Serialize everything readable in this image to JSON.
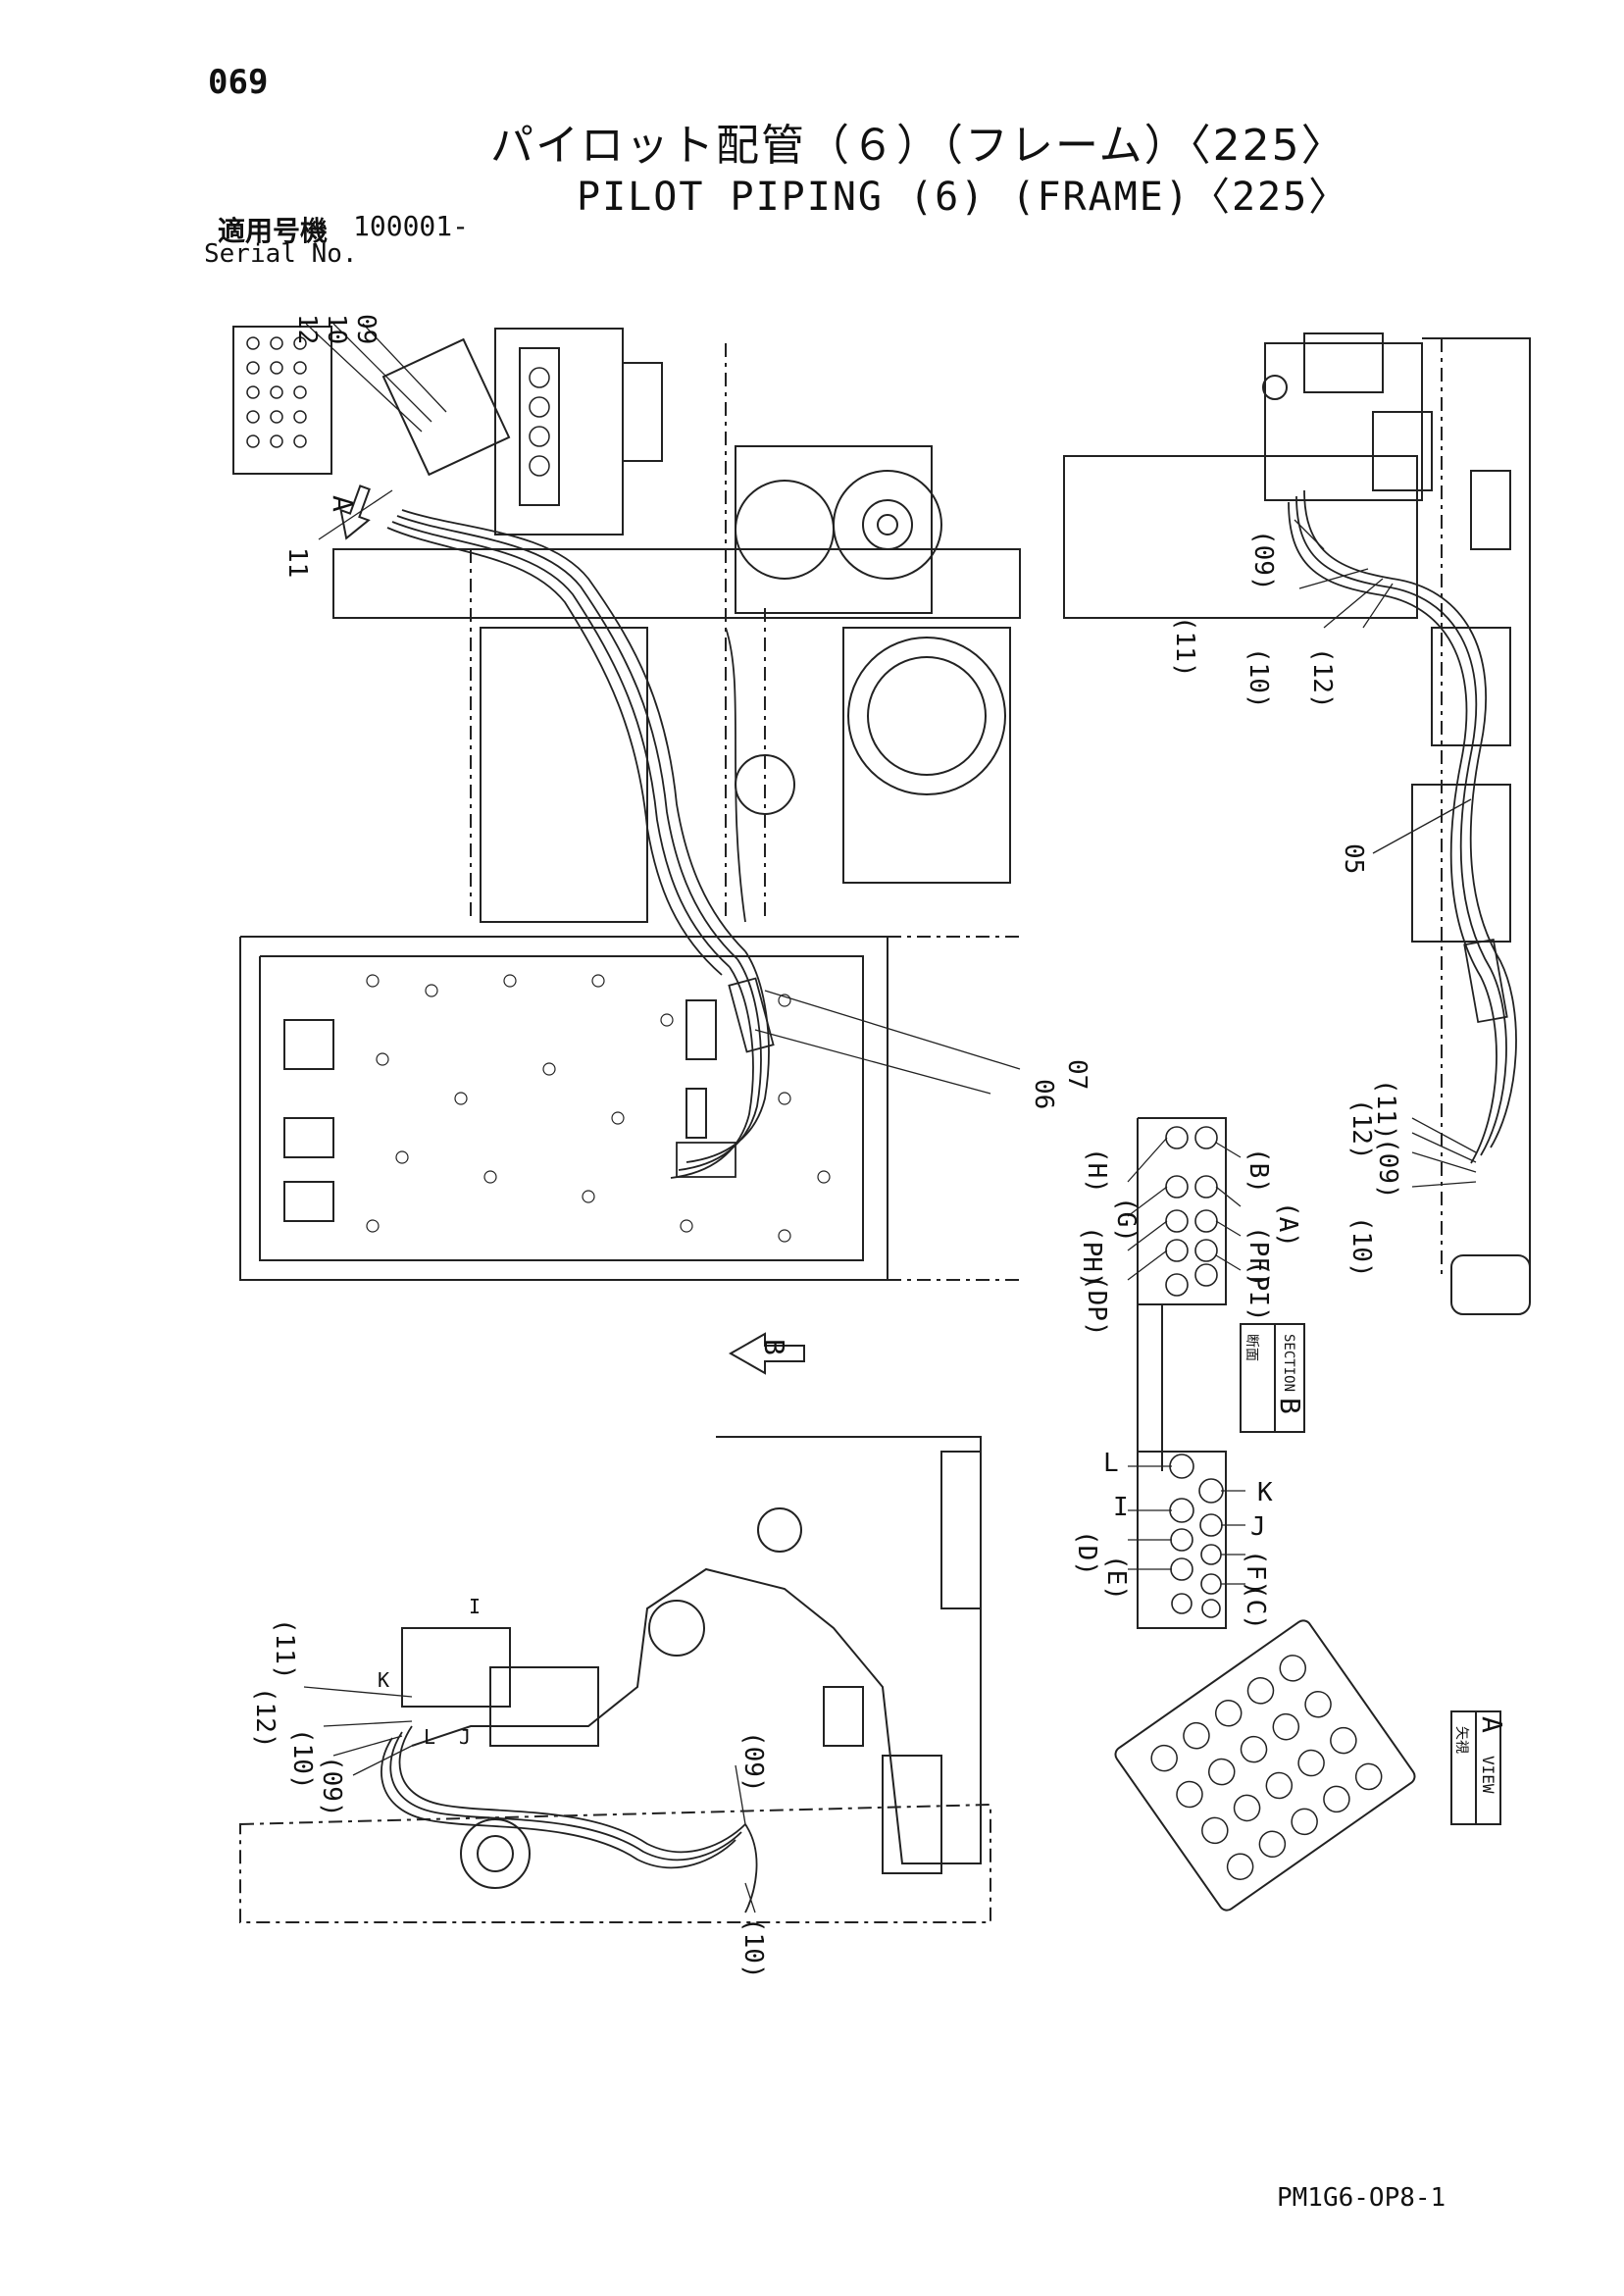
{
  "page_number": "069",
  "title_jp": "パイロット配管（６）（フレーム）〈225〉",
  "title_en": "PILOT PIPING (6) (FRAME)〈225〉",
  "serial": {
    "label_jp": "適用号機",
    "label_en": "Serial No.",
    "value": "100001-"
  },
  "callouts_top_left": [
    "12",
    "10",
    "09",
    "11"
  ],
  "callouts_top_right": [
    "(09)",
    "(11)",
    "(10)",
    "(12)",
    "05"
  ],
  "callouts_center": [
    "07",
    "06"
  ],
  "callouts_right_lower": [
    "(11)",
    "(12)",
    "(09)",
    "(10)"
  ],
  "section_b": {
    "label_jp": "断面",
    "label_en": "SECTION",
    "letter": "B",
    "ports_left": [
      "(H)",
      "(G)",
      "(PH)",
      "(DP)"
    ],
    "ports_right": [
      "(B)",
      "(A)",
      "(PF)",
      "(PI)"
    ]
  },
  "port_block_lower": {
    "ports_left": [
      "L",
      "I",
      "(D)",
      "(E)"
    ],
    "ports_right": [
      "K",
      "J",
      "(F)",
      "(C)"
    ]
  },
  "view_a": {
    "label_jp": "矢視",
    "label_en": "VIEW",
    "letter": "A"
  },
  "arrow_labels": {
    "a": "A",
    "b": "B"
  },
  "callouts_bottom_left": [
    "(11)",
    "(12)",
    "(10)",
    "(09)",
    "K",
    "L",
    "J",
    "I",
    "(09)",
    "(10)"
  ],
  "footer_code": "PM1G6-OP8-1"
}
